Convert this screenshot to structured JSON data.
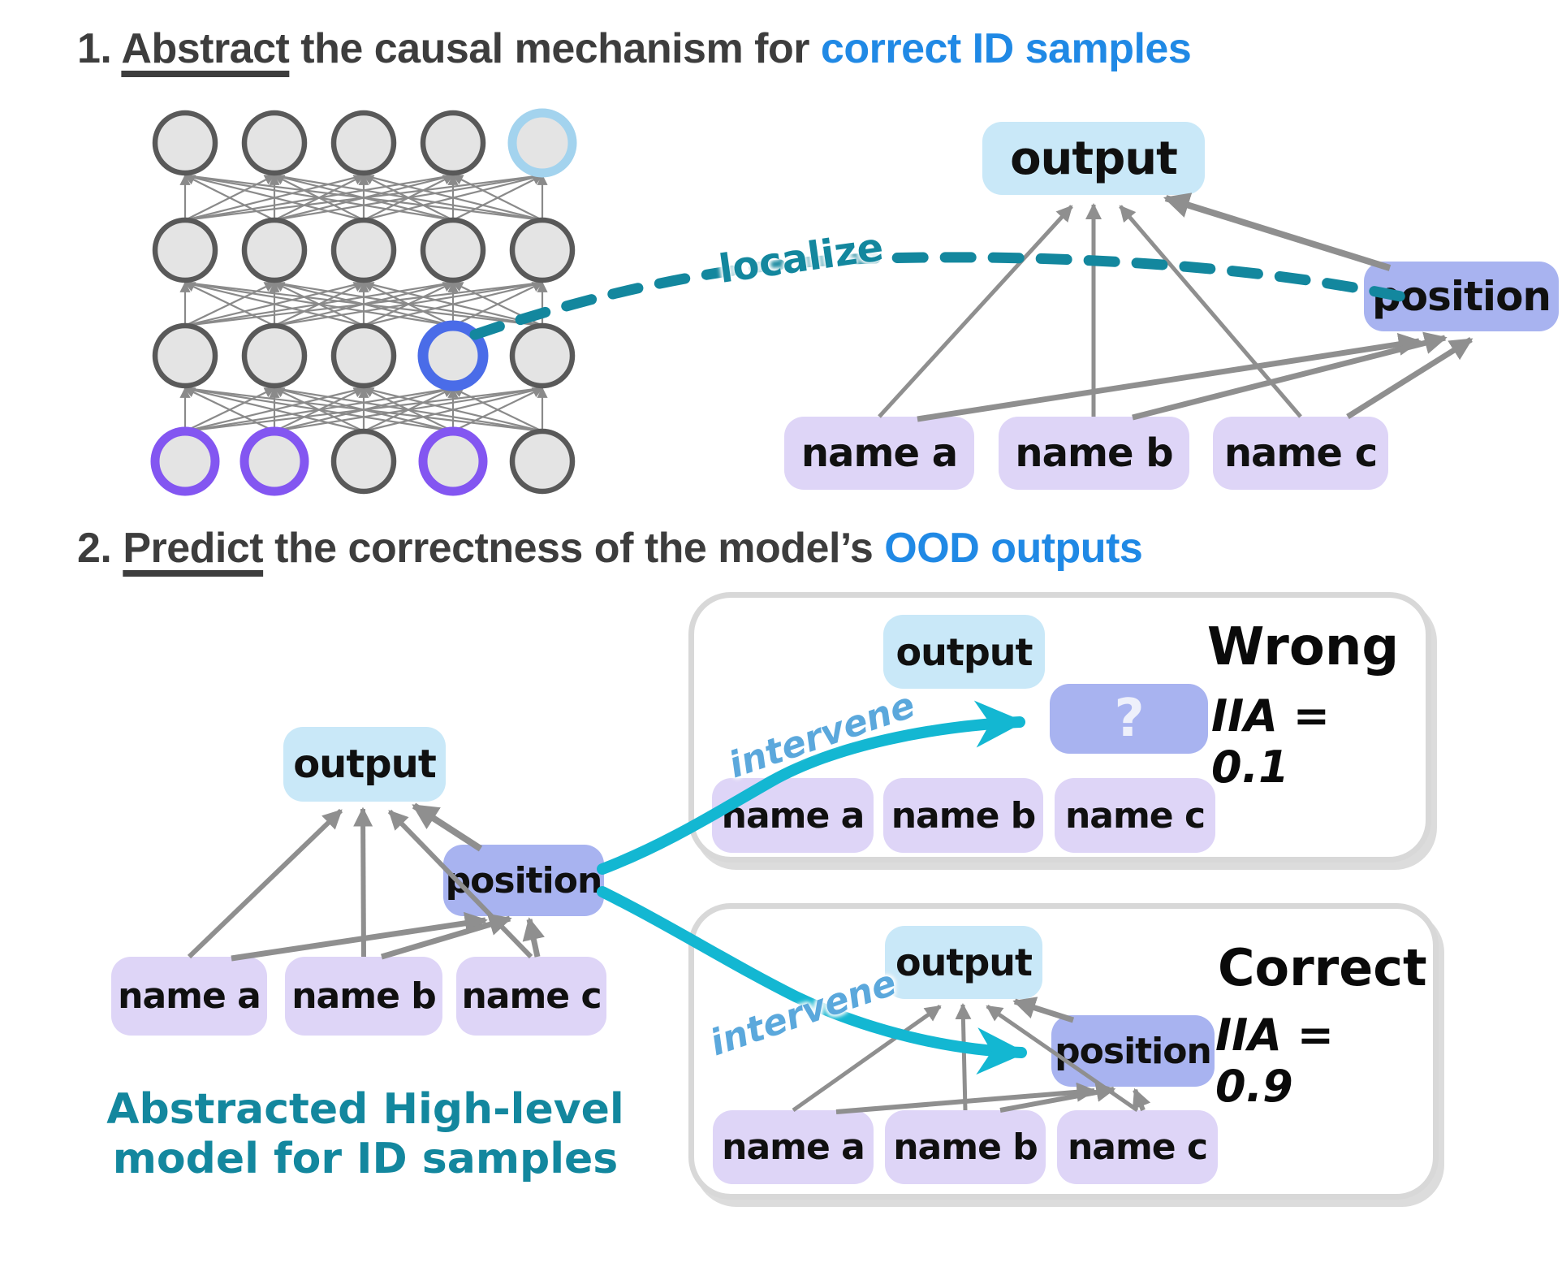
{
  "titles": {
    "step1": {
      "num": "1. ",
      "verb": "Abstract",
      "rest": " the causal mechanism for ",
      "highlight": "correct ID samples"
    },
    "step2": {
      "num": "2. ",
      "verb": "Predict",
      "rest": " the correctness of the model’s ",
      "highlight": "OOD outputs"
    }
  },
  "labels": {
    "output": "output",
    "position": "position",
    "name_a": "name a",
    "name_b": "name b",
    "name_c": "name c",
    "unknown": "?",
    "localize": "localize",
    "intervene": "intervene",
    "wrong": "Wrong",
    "wrong_iia": "IIA = 0.1",
    "correct": "Correct",
    "correct_iia": "IIA = 0.9",
    "caption_line1": "Abstracted High-level",
    "caption_line2": "model for ID samples"
  },
  "colors": {
    "title_gray": "#3d3d3d",
    "title_blue": "#2089e5",
    "output_box": "#c9e8f8",
    "position_box": "#a8b3f0",
    "name_box": "#ded5f7",
    "panel_border": "#d8d8d8",
    "edge_gray": "#8f8f8f",
    "circle_fill": "#e4e4e4",
    "circle_stroke": "#595959",
    "ring_purple": "#8356f1",
    "ring_blue": "#4a6ce8",
    "ring_lightblue": "#a3d3ee",
    "teal": "#13879e",
    "cyan": "#13b7d2",
    "intervene_blue": "#5ba8dc"
  },
  "network": {
    "cols": [
      228,
      338,
      448,
      558,
      668
    ],
    "rows": [
      176,
      308,
      438,
      568
    ],
    "radius": 37,
    "highlights": [
      {
        "row": 0,
        "col": 4,
        "color": "#a3d3ee",
        "width": 11
      },
      {
        "row": 2,
        "col": 3,
        "color": "#4a6ce8",
        "width": 13
      },
      {
        "row": 3,
        "col": 0,
        "color": "#8356f1",
        "width": 11
      },
      {
        "row": 3,
        "col": 1,
        "color": "#8356f1",
        "width": 11
      },
      {
        "row": 3,
        "col": 3,
        "color": "#8356f1",
        "width": 11
      }
    ]
  }
}
